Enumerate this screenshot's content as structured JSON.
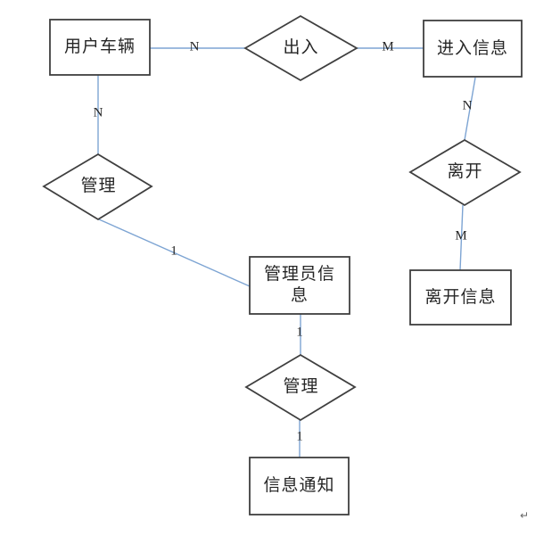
{
  "colors": {
    "connector": "#7da4d3",
    "shape_border": "#3f3f3f",
    "text": "#262626"
  },
  "diagram": {
    "entities": [
      {
        "name": "user-vehicle",
        "label": "用户车辆"
      },
      {
        "name": "entry-info",
        "label": "进入信息"
      },
      {
        "name": "admin-info",
        "label": "管理员信息",
        "line1": "管理员信",
        "line2": "息"
      },
      {
        "name": "leave-info",
        "label": "离开信息"
      },
      {
        "name": "info-notice",
        "label": "信息通知"
      }
    ],
    "relationships": [
      {
        "name": "in-out",
        "label": "出入"
      },
      {
        "name": "manage-vehicle",
        "label": "管理"
      },
      {
        "name": "leave",
        "label": "离开"
      },
      {
        "name": "manage-notice",
        "label": "管理"
      }
    ],
    "cardinalities": {
      "vehicle_inout": "N",
      "inout_entry": "M",
      "vehicle_manage": "N",
      "entry_leave": "N",
      "leave_leaveinfo": "M",
      "manage_admin": "1",
      "admin_manage2": "1",
      "manage2_notice": "1"
    },
    "paragraph_mark": "↵"
  }
}
